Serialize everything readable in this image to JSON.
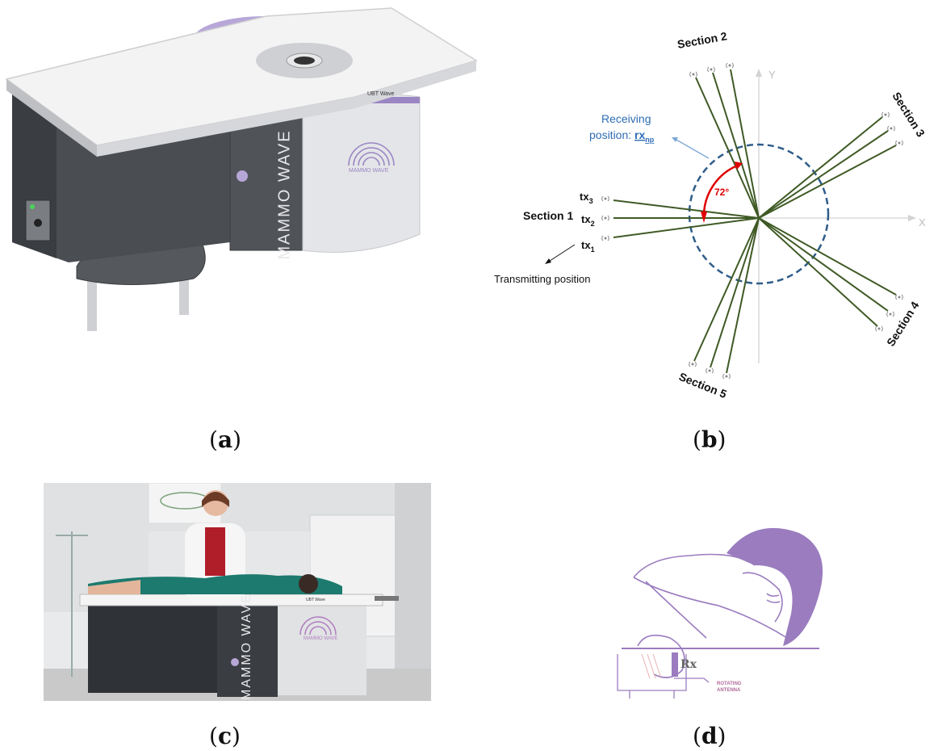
{
  "captions": {
    "a": {
      "open": "(",
      "letter": "a",
      "close": ")"
    },
    "b": {
      "open": "(",
      "letter": "b",
      "close": ")"
    },
    "c": {
      "open": "(",
      "letter": "c",
      "close": ")"
    },
    "d": {
      "open": "(",
      "letter": "d",
      "close": ")"
    }
  },
  "device": {
    "brand_text": "MAMMO WAVE",
    "logo_text": "MAMMO WAVE",
    "plate_text": "UBT Wave"
  },
  "diagram": {
    "sections": [
      "Section 1",
      "Section 2",
      "Section 3",
      "Section 4",
      "Section 5"
    ],
    "tx_labels": [
      {
        "base": "tx",
        "sub": "3"
      },
      {
        "base": "tx",
        "sub": "2"
      },
      {
        "base": "tx",
        "sub": "1"
      }
    ],
    "transmitting_label": "Transmitting position",
    "receiving_label_line1": "Receiving",
    "receiving_label_line2": "position: ",
    "rx_base": "rx",
    "rx_sub": "np",
    "angle_label": "72°",
    "axis_x": "X",
    "axis_y": "Y",
    "colors": {
      "ray": "#3f5a25",
      "circle": "#2f5d8a",
      "angle": "#e00000",
      "receiving_text": "#2f6db5",
      "brand_purple": "#9b86c4"
    }
  },
  "illustration_d": {
    "rx_label": "Rx",
    "antenna_line1": "ROTATING",
    "antenna_line2": "ANTENNA"
  }
}
